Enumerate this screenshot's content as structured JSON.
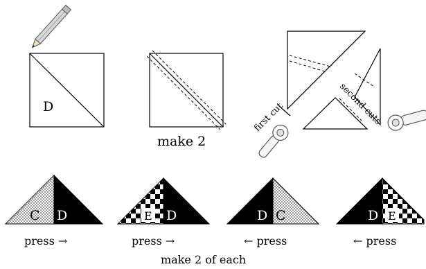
{
  "labels": {
    "square_letter": "D",
    "make_2": "make 2",
    "first_cut": "first cut",
    "second_cuts": "second cuts",
    "make_2_of_each": "make 2 of each"
  },
  "units": [
    {
      "left_letter": "C",
      "right_letter": "D",
      "press": "press →"
    },
    {
      "left_letter": "E",
      "right_letter": "D",
      "press": "press →"
    },
    {
      "left_letter": "D",
      "right_letter": "C",
      "press": "← press"
    },
    {
      "left_letter": "D",
      "right_letter": "E",
      "press": "← press"
    }
  ],
  "icons": [
    "pencil-icon",
    "rotary-cutter-icon"
  ]
}
